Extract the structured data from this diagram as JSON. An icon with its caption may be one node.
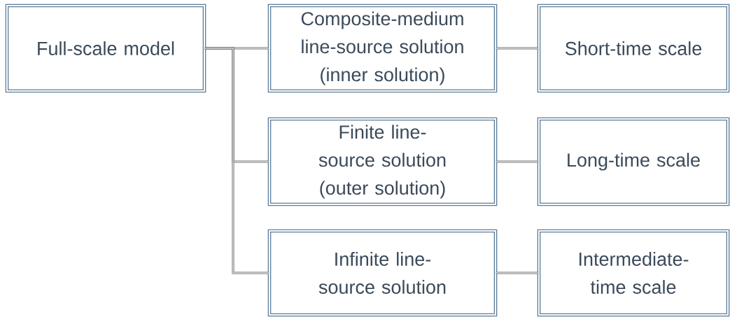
{
  "diagram": {
    "nodes": [
      {
        "text": [
          "Full-scale model"
        ]
      },
      {
        "text": [
          "Composite-medium line-source solution (inner solution)"
        ]
      },
      {
        "text": [
          "Short-time scale"
        ]
      },
      {
        "text": [
          "Finite line-source solution (outer solution)"
        ]
      },
      {
        "text": [
          "Long-time scale"
        ]
      },
      {
        "text": [
          "Infinite line-source solution"
        ]
      },
      {
        "text": [
          "Intermediate-time scale"
        ]
      }
    ],
    "edges": [
      {
        "from": 0,
        "to": 1,
        "arrow": "none"
      },
      {
        "from": 0,
        "to": 3,
        "arrow": "none"
      },
      {
        "from": 0,
        "to": 5,
        "arrow": "none"
      },
      {
        "from": 1,
        "to": 2,
        "arrow": "none"
      },
      {
        "from": 3,
        "to": 4,
        "arrow": "none"
      },
      {
        "from": 5,
        "to": 6,
        "arrow": "none"
      }
    ]
  }
}
